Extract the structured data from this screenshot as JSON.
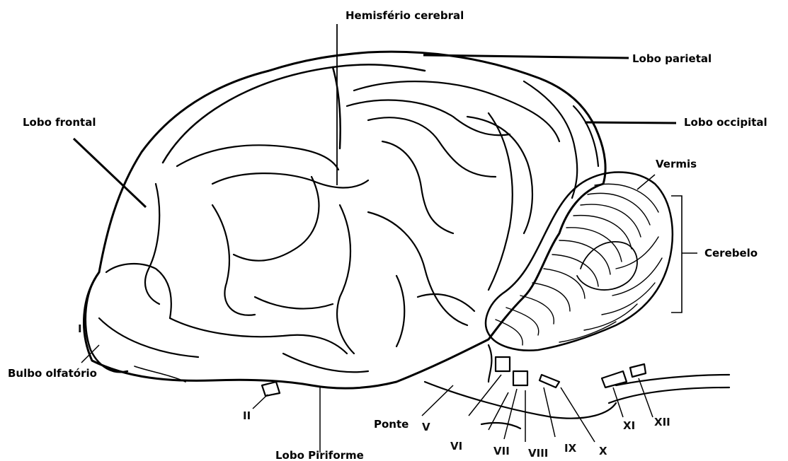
{
  "labels": {
    "hemisferio": "Hemisfério cerebral",
    "parietal": "Lobo parietal",
    "frontal": "Lobo frontal",
    "occipital": "Lobo occipital",
    "vermis": "Vermis",
    "cerebelo": "Cerebelo",
    "bulbo": "Bulbo olfatório",
    "ponte": "Ponte",
    "piriforme": "Lobo Piriforme"
  },
  "cranial_nerves": {
    "i": "I",
    "ii": "II",
    "v": "V",
    "vi": "VI",
    "vii": "VII",
    "viii": "VIII",
    "ix": "IX",
    "x": "X",
    "xi": "XI",
    "xii": "XII"
  }
}
